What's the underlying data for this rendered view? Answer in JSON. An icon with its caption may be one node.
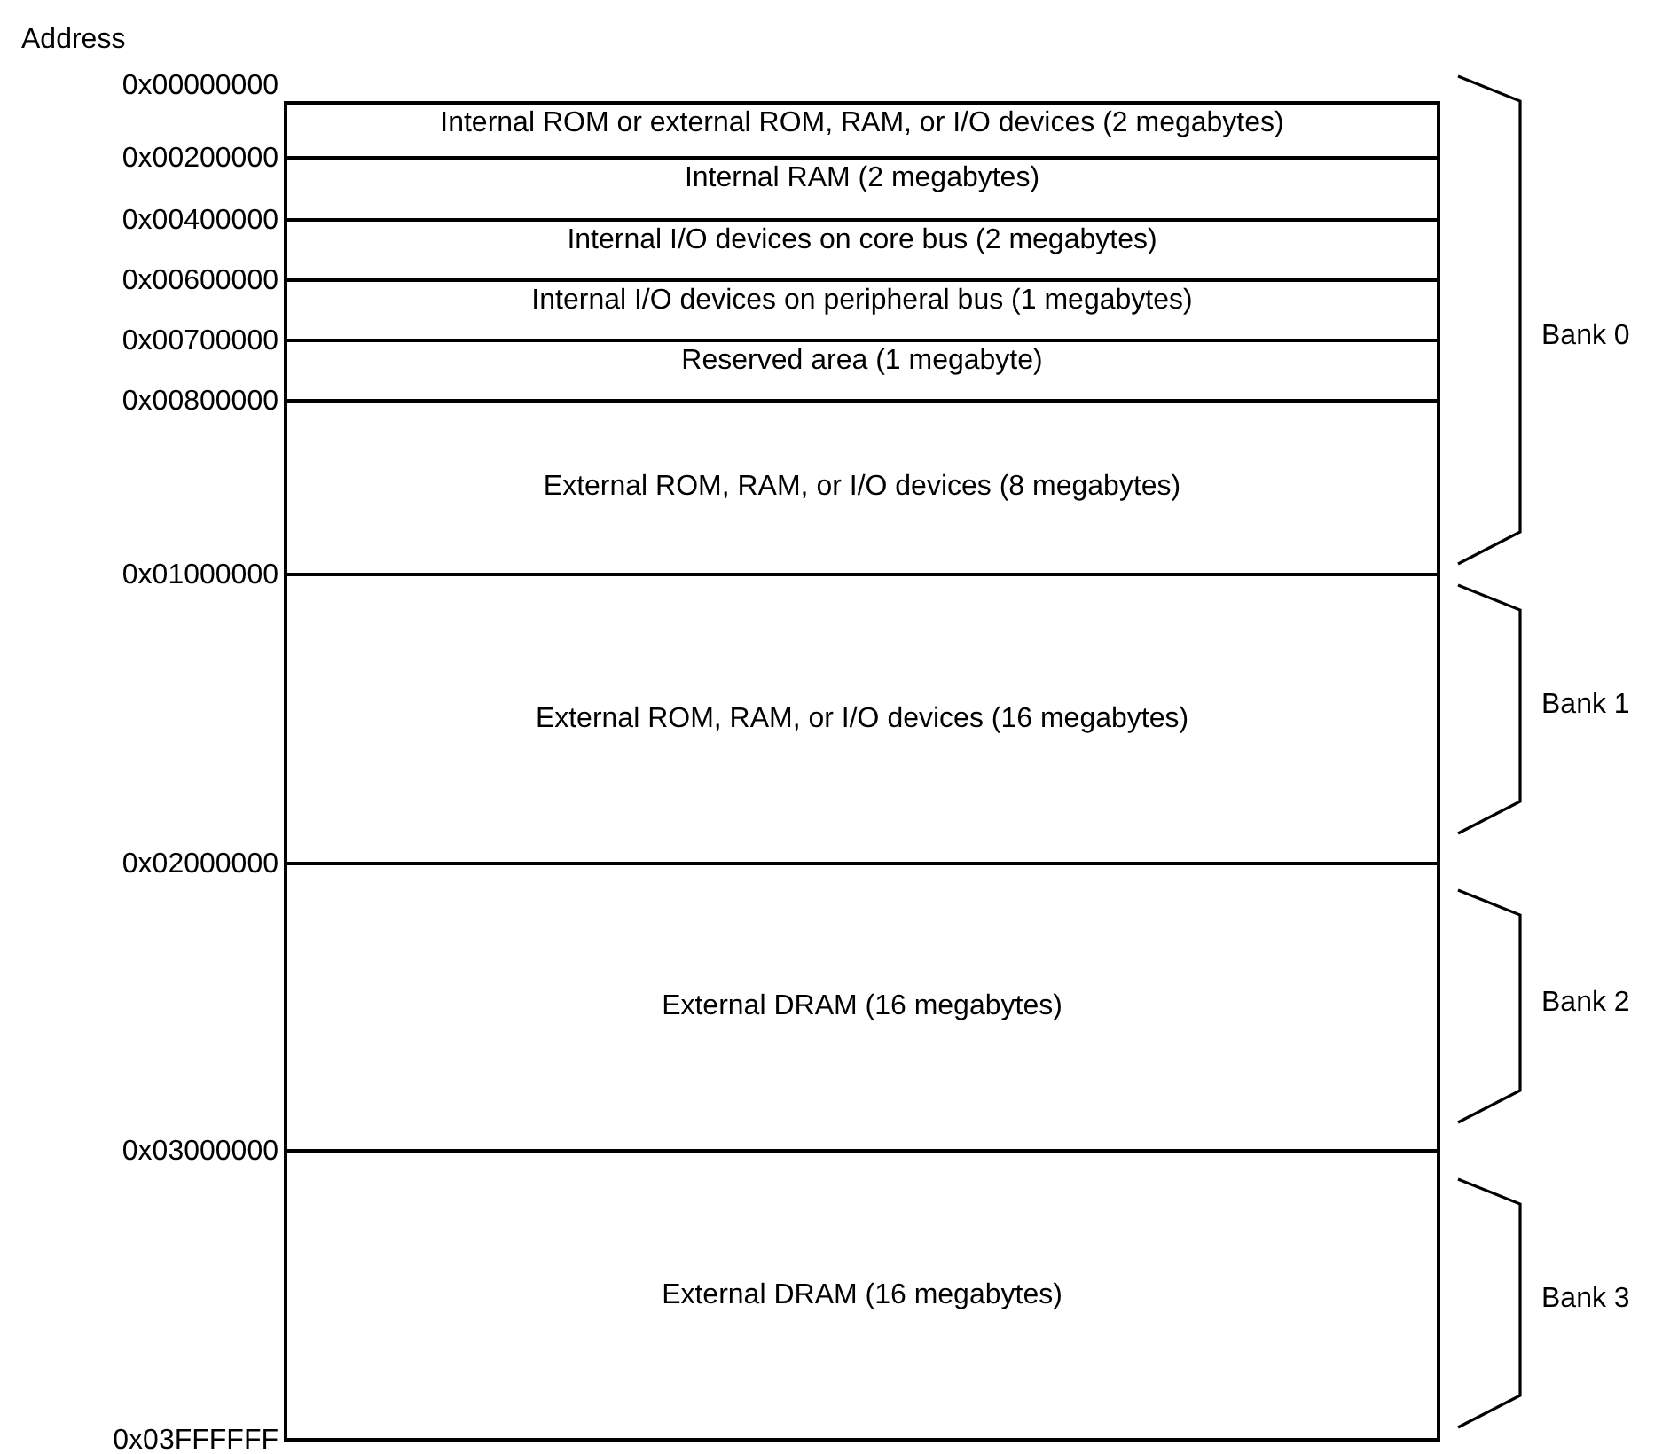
{
  "diagram": {
    "nodes": [
      {
        "text": [
          "Internal ROM or external ROM, RAM, or I/O devices (2 megabytes)"
        ]
      },
      {
        "text": [
          "Internal RAM (2 megabytes)"
        ]
      },
      {
        "text": [
          "Internal I/O devices on core bus (2 megabytes)"
        ]
      },
      {
        "text": [
          "Internal I/O devices on peripheral bus (1 megabytes)"
        ]
      },
      {
        "text": [
          "Reserved area (1 megabyte)"
        ]
      },
      {
        "text": [
          "External ROM, RAM, or I/O devices (8 megabytes)"
        ]
      },
      {
        "text": [
          "External ROM, RAM, or I/O devices (16 megabytes)"
        ]
      },
      {
        "text": [
          "External DRAM (16 megabytes)"
        ]
      },
      {
        "text": [
          "External DRAM (16 megabytes)"
        ]
      }
    ],
    "edges": [],
    "labels": [
      "Address",
      "0x00000000",
      "0x00200000",
      "0x00400000",
      "0x00600000",
      "0x00700000",
      "0x00800000",
      "0x01000000",
      "0x02000000",
      "0x03000000",
      "0x03FFFFFF",
      "Bank 0",
      "Bank 1",
      "Bank 2",
      "Bank 3"
    ]
  }
}
